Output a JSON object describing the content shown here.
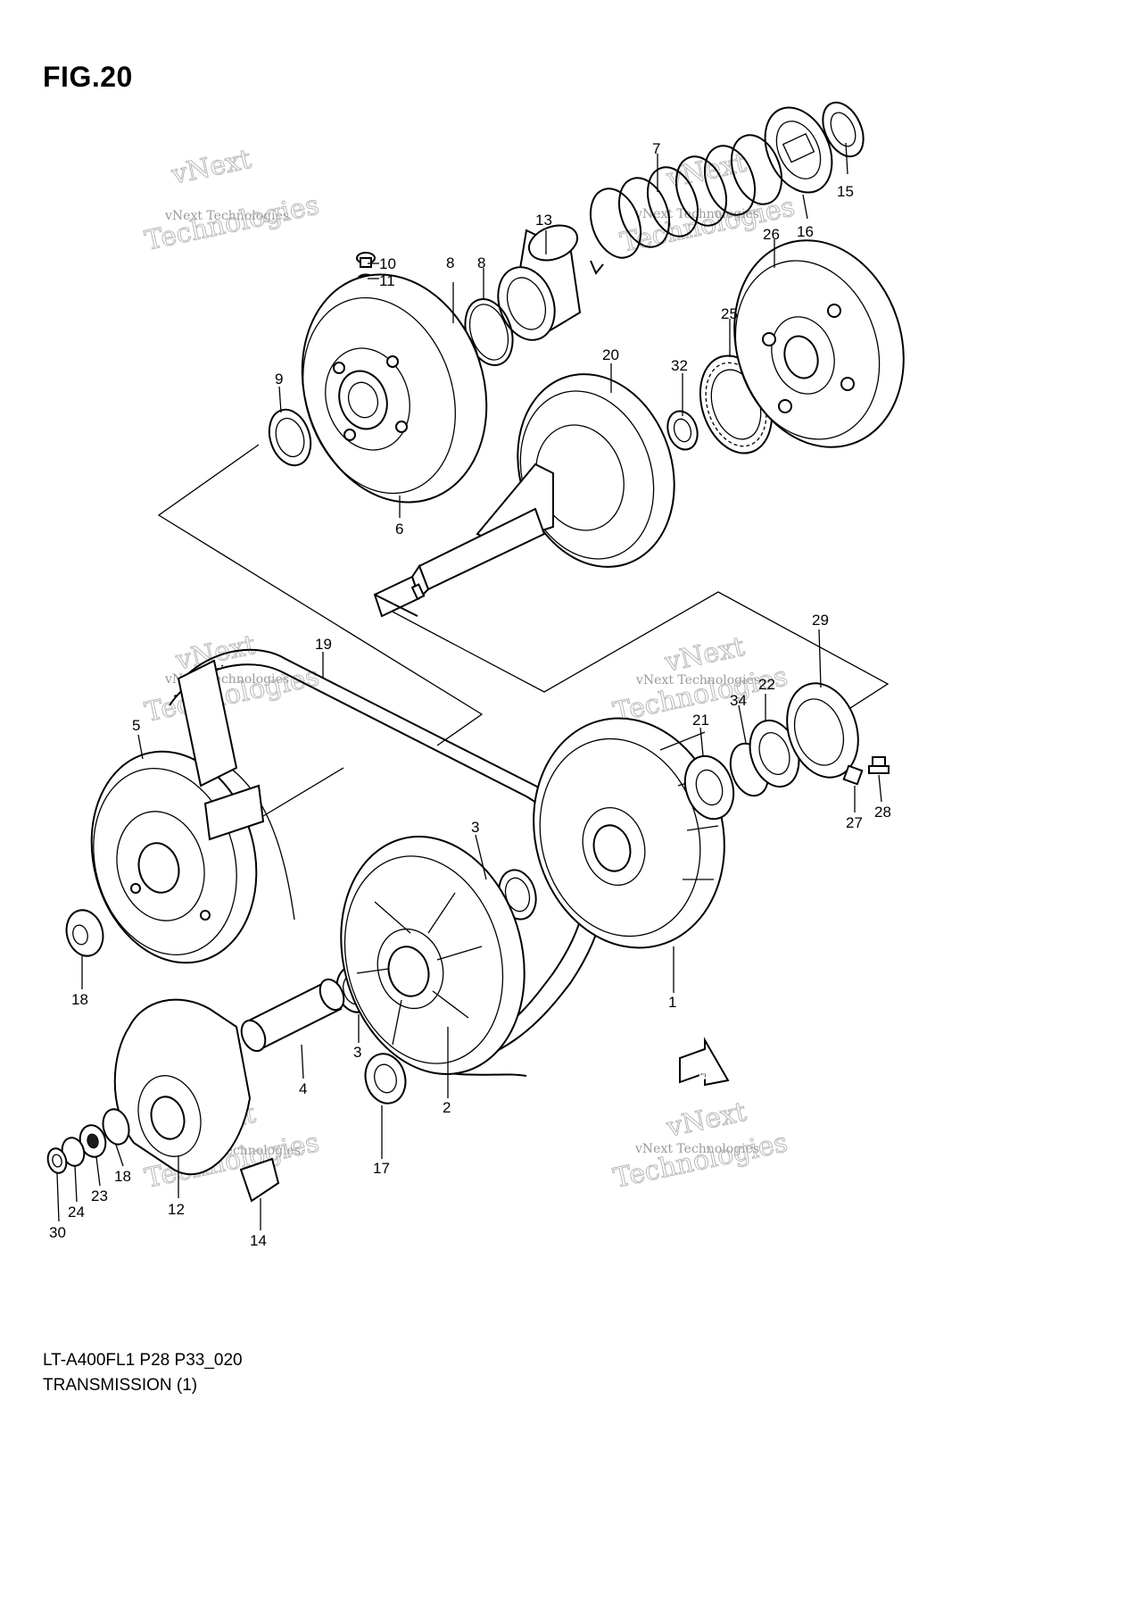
{
  "figure": {
    "title": "FIG.20",
    "model_code": "LT-A400FL1 P28 P33_020",
    "section_name": "TRANSMISSION (1)"
  },
  "watermark": {
    "line1": "vNext Technologies",
    "line2": "Technologies",
    "line3": "vNext"
  },
  "direction_badge": "FWD",
  "callouts": {
    "p1": "1",
    "p2": "2",
    "p3a": "3",
    "p3b": "3",
    "p4": "4",
    "p5": "5",
    "p6": "6",
    "p7": "7",
    "p8a": "8",
    "p8b": "8",
    "p9": "9",
    "p10": "10",
    "p11": "11",
    "p12": "12",
    "p13": "13",
    "p14": "14",
    "p15": "15",
    "p16": "16",
    "p17": "17",
    "p18a": "18",
    "p18b": "18",
    "p19": "19",
    "p20": "20",
    "p21": "21",
    "p22": "22",
    "p23": "23",
    "p24": "24",
    "p25": "25",
    "p26": "26",
    "p27": "27",
    "p28": "28",
    "p29": "29",
    "p30": "30",
    "p32": "32",
    "p34": "34"
  }
}
